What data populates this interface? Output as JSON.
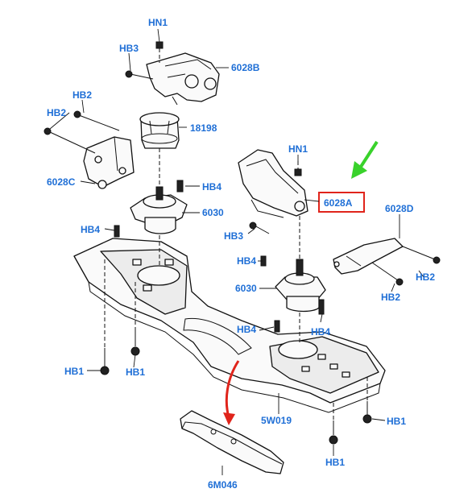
{
  "callouts": {
    "hn1_top": "HN1",
    "hb3_top": "HB3",
    "p6028b": "6028B",
    "hb2_a": "HB2",
    "hb2_b": "HB2",
    "p18198": "18198",
    "p6028c": "6028C",
    "hb4_left_top": "HB4",
    "p6030_left": "6030",
    "hb4_left": "HB4",
    "hn1_right": "HN1",
    "p6028a": "6028A",
    "p6028d": "6028D",
    "hb3_right": "HB3",
    "hb4_right_top": "HB4",
    "p6030_right": "6030",
    "hb2_right_a": "HB2",
    "hb2_right_b": "HB2",
    "hb4_right_bl": "HB4",
    "hb4_right_br": "HB4",
    "hb1_a": "HB1",
    "hb1_b": "HB1",
    "hb1_c": "HB1",
    "hb1_d": "HB1",
    "p5w019": "5W019",
    "p6m046": "6M046"
  },
  "colors": {
    "label": "#1f6fd6",
    "highlight_box": "#e0241b",
    "green_arrow": "#39d22b",
    "red_arrow": "#e0241b"
  }
}
